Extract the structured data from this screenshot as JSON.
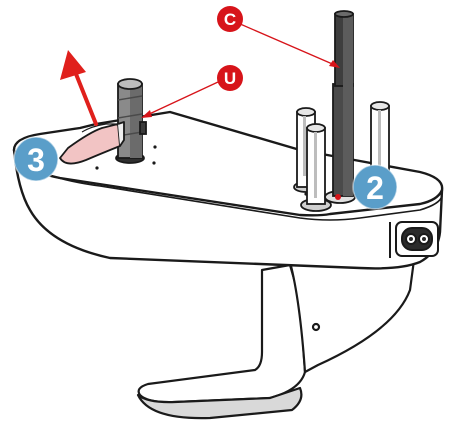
{
  "callouts": {
    "c": {
      "label": "C",
      "color": "#d7141a"
    },
    "u": {
      "label": "U",
      "color": "#d7141a"
    },
    "step2": {
      "label": "2",
      "color": "#5a9ec9"
    },
    "step3": {
      "label": "3",
      "color": "#5a9ec9"
    }
  },
  "colors": {
    "arrow": "#e0201c",
    "leader_line": "#d7141a",
    "tape": "#f2c4c4",
    "body_fill": "#ffffff",
    "outline": "#1a1a1a",
    "shaft": "#4a4a4a"
  },
  "icons": {
    "removal-arrow": "arrow-up-left",
    "connector": "power-jack"
  }
}
